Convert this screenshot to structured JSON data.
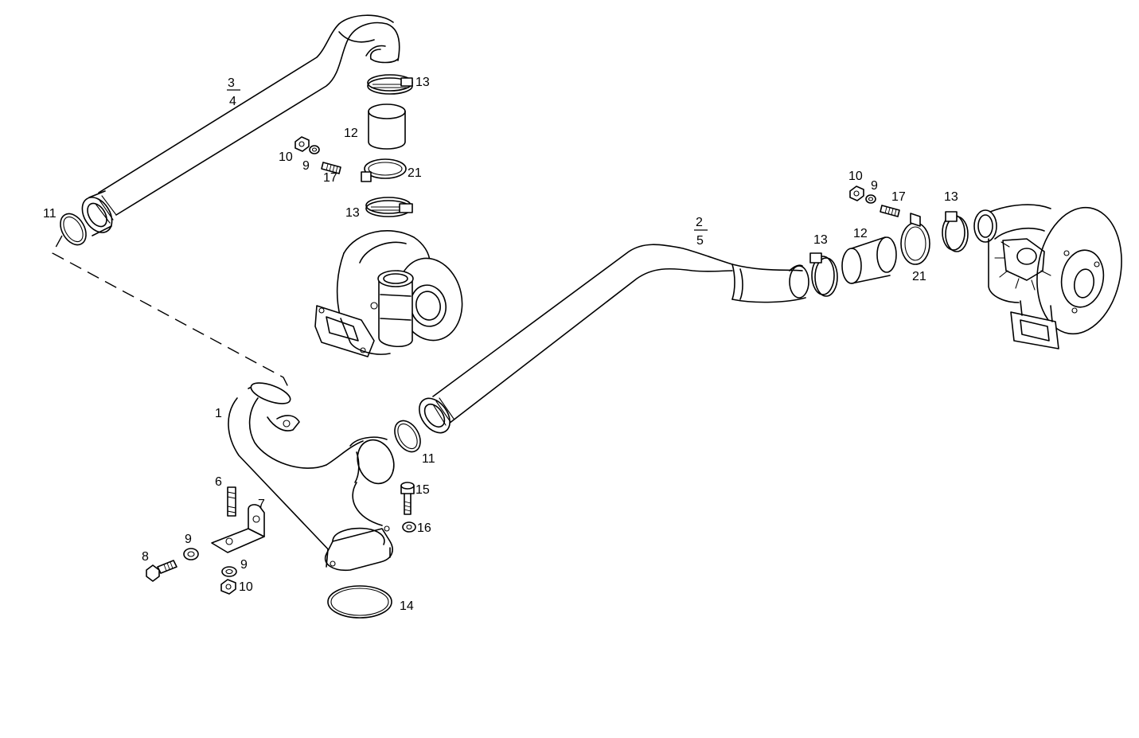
{
  "diagram": {
    "labels": {
      "p1": "1",
      "p2_5_num": "2",
      "p2_5_den": "5",
      "p3_4_num": "3",
      "p3_4_den": "4",
      "p6": "6",
      "p7": "7",
      "p8": "8",
      "p9_a": "9",
      "p9_b": "9",
      "p9_c": "9",
      "p9_d": "9",
      "p10_a": "10",
      "p10_b": "10",
      "p10_c": "10",
      "p11_a": "11",
      "p11_b": "11",
      "p12_a": "12",
      "p12_b": "12",
      "p13_a": "13",
      "p13_b": "13",
      "p13_c": "13",
      "p13_d": "13",
      "p14": "14",
      "p15": "15",
      "p16": "16",
      "p17_a": "17",
      "p17_b": "17",
      "p21_a": "21",
      "p21_b": "21"
    }
  }
}
